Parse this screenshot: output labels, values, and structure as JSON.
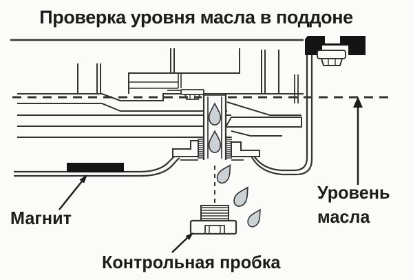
{
  "title": "Проверка уровня масла в поддоне",
  "labels": {
    "magnet": "Магнит",
    "control_plug": "Контрольная пробка",
    "oil_level_line1": "Уровень",
    "oil_level_line2": "масла"
  },
  "colors": {
    "background": "#fbfbfa",
    "line": "#333333",
    "solid": "#141414",
    "droplet_fill": "#ccd1d6",
    "text": "#1c1c1c"
  }
}
